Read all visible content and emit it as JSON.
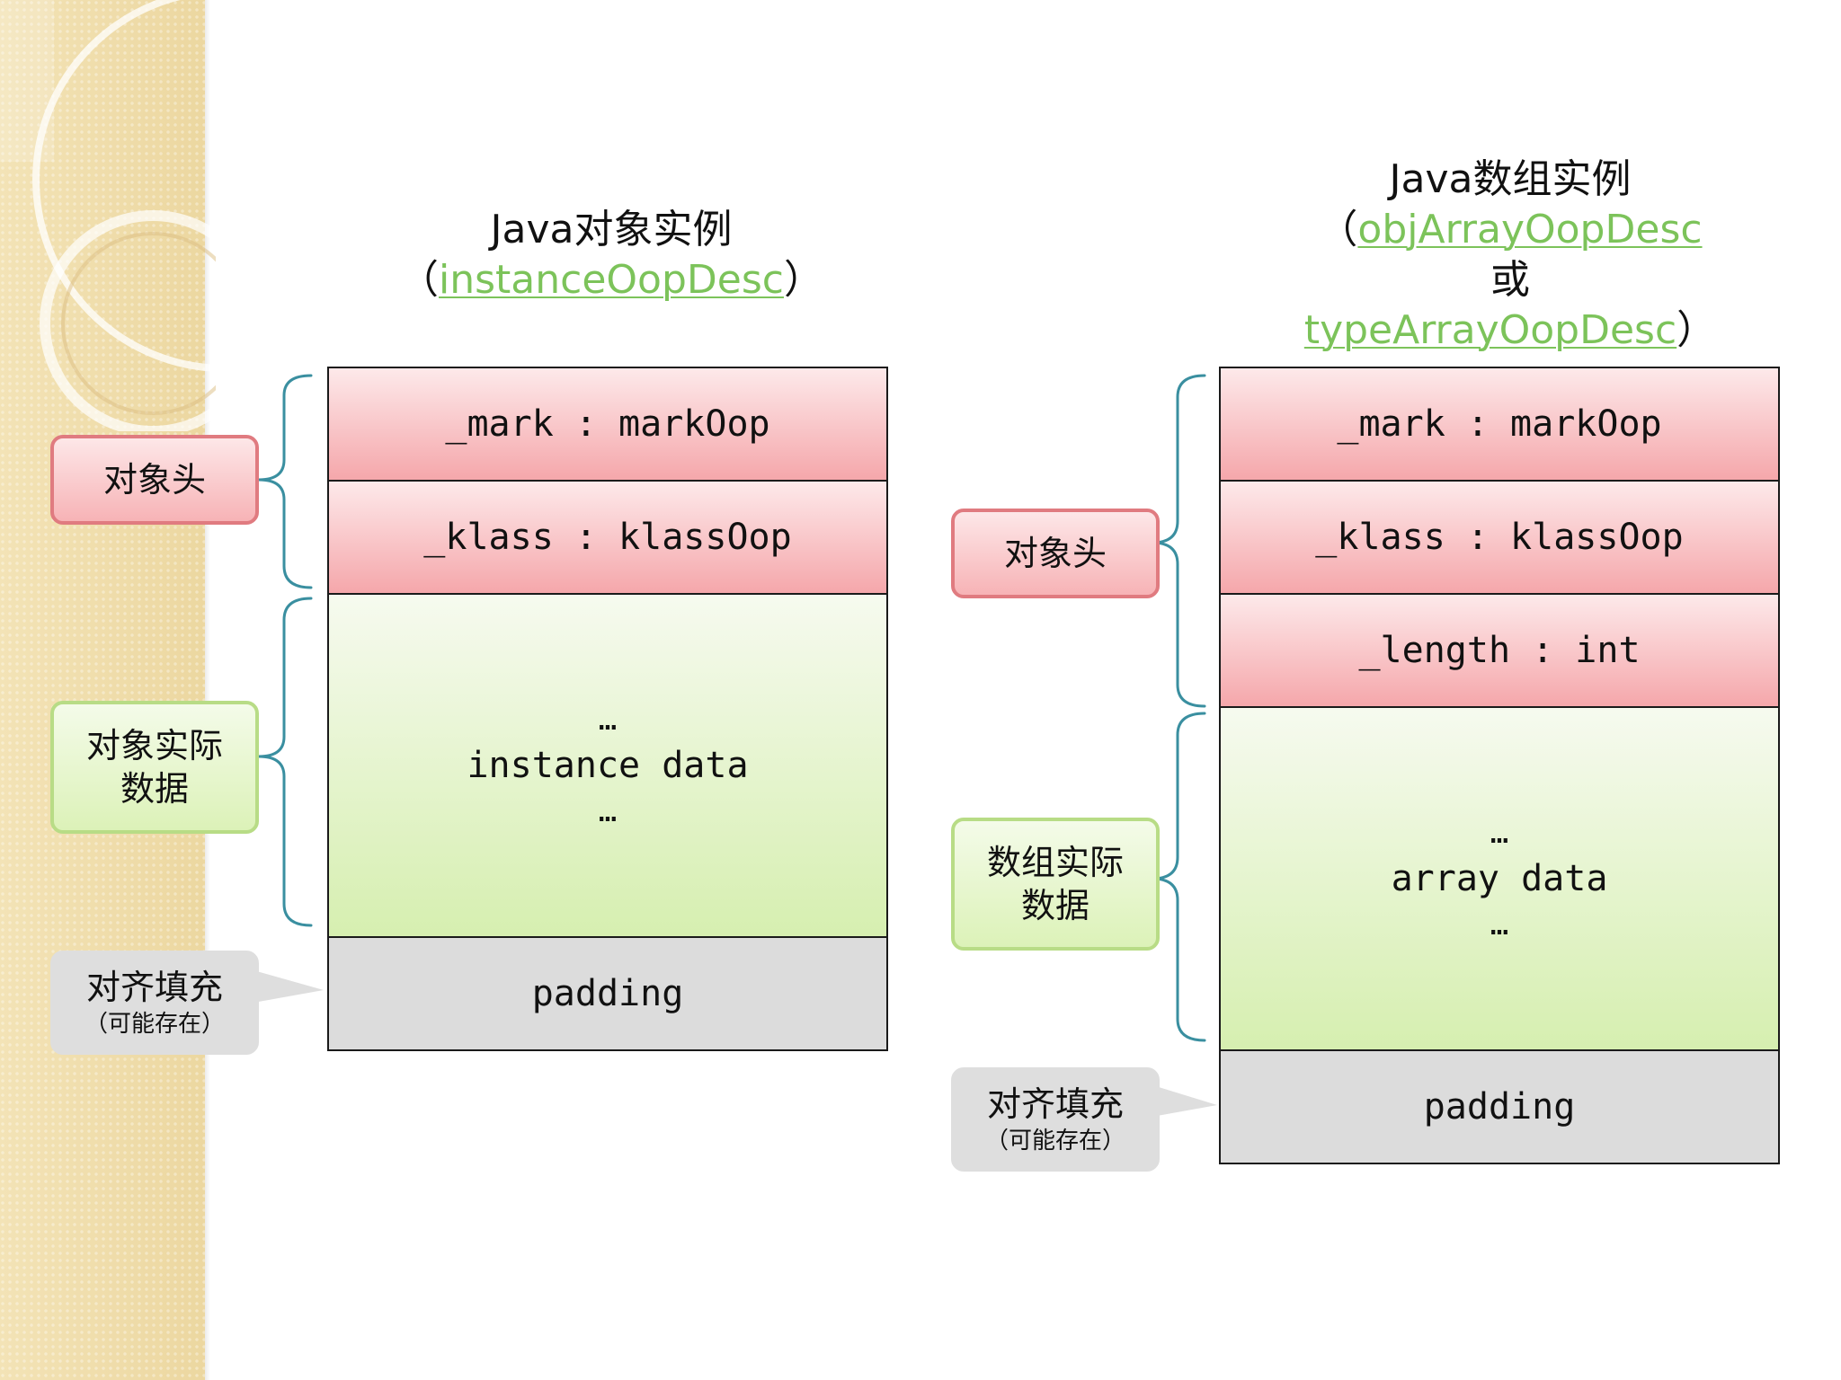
{
  "left": {
    "title": "Java对象实例",
    "paren_open": "（",
    "class_name": "instanceOopDesc",
    "paren_close": "）",
    "cells": {
      "mark": "_mark : markOop",
      "klass": "_klass : klassOop",
      "data_dots_top": "…",
      "data": "instance data",
      "data_dots_bottom": "…",
      "padding": "padding"
    },
    "labels": {
      "header": "对象头",
      "data_line1": "对象实际",
      "data_line2": "数据",
      "padding_main": "对齐填充",
      "padding_sub": "（可能存在）"
    }
  },
  "right": {
    "title": "Java数组实例",
    "paren_open": "（",
    "class_name_1": "objArrayOopDesc",
    "or_text": "或",
    "class_name_2": "typeArrayOopDesc",
    "paren_close": "）",
    "cells": {
      "mark": "_mark : markOop",
      "klass": "_klass : klassOop",
      "length": "_length : int",
      "data_dots_top": "…",
      "data": "array data",
      "data_dots_bottom": "…",
      "padding": "padding"
    },
    "labels": {
      "header": "对象头",
      "data_line1": "数组实际",
      "data_line2": "数据",
      "padding_main": "对齐填充",
      "padding_sub": "（可能存在）"
    }
  },
  "colors": {
    "header_fill": "#f5a7ab",
    "data_fill": "#d6efb0",
    "padding_fill": "#dcdcdc",
    "link": "#7cc35a",
    "bracket": "#3a8fa0"
  }
}
